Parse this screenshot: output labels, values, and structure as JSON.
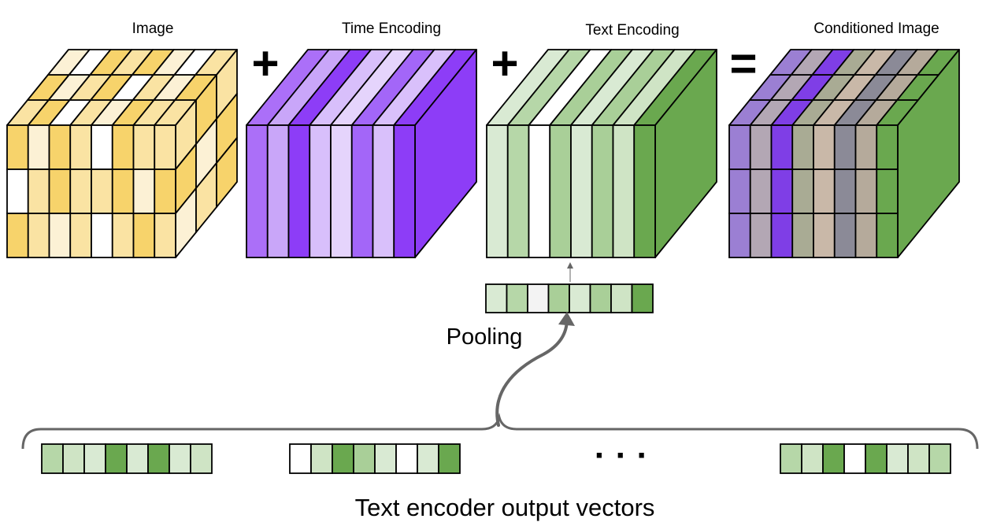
{
  "labels": {
    "image": "Image",
    "time_encoding": "Time Encoding",
    "text_encoding": "Text Encoding",
    "conditioned_image": "Conditioned Image",
    "pooling": "Pooling",
    "output_vectors": "Text encoder output vectors",
    "ellipsis": "· · ·"
  },
  "operators": {
    "plus": "+",
    "equals": "="
  },
  "colors": {
    "yellow_dark": "#f7d36b",
    "yellow_mid": "#fae3a3",
    "yellow_light": "#fcf1d5",
    "white": "#ffffff",
    "purple_side": "#8d3df7",
    "purple_levels": [
      "#ab6ff8",
      "#c9a6f9",
      "#8d3df7",
      "#d8bffb",
      "#e5d4fc",
      "#a366f8",
      "#d9c0fb",
      "#8d3df7"
    ],
    "green_side": "#6aa84f",
    "green_levels": [
      "#d9ead3",
      "#b6d7a8",
      "#ffffff",
      "#a9cf98",
      "#d9ead3",
      "#a9cf98",
      "#cfe4c5",
      "#6aa84f"
    ],
    "conditioned_levels": [
      "#9b7fd3",
      "#b3a7b4",
      "#7f3ee6",
      "#a9ab94",
      "#c9b8a8",
      "#8b8a97",
      "#b5aa9b",
      "#6aa84f"
    ],
    "stroke": "#000000",
    "arrow": "#666666"
  },
  "image_cube": {
    "front": [
      [
        "#f7d36b",
        "#fcf1d5",
        "#f7d36b",
        "#fae3a3",
        "#ffffff",
        "#f7d36b",
        "#fae3a3",
        "#fae3a3"
      ],
      [
        "#ffffff",
        "#fae3a3",
        "#f7d36b",
        "#fae3a3",
        "#fae3a3",
        "#f7d36b",
        "#fcf1d5",
        "#f7d36b"
      ],
      [
        "#f7d36b",
        "#fae3a3",
        "#fcf1d5",
        "#fae3a3",
        "#ffffff",
        "#fae3a3",
        "#f7d36b",
        "#fae3a3"
      ]
    ],
    "top": [
      [
        "#fae3a3",
        "#f7d36b",
        "#ffffff",
        "#fae3a3",
        "#fcf1d5",
        "#f7d36b",
        "#fae3a3",
        "#fae3a3"
      ],
      [
        "#f7d36b",
        "#fcf1d5",
        "#fae3a3",
        "#f7d36b",
        "#ffffff",
        "#fae3a3",
        "#fcf1d5",
        "#f7d36b"
      ],
      [
        "#fcf1d5",
        "#ffffff",
        "#f7d36b",
        "#fae3a3",
        "#f7d36b",
        "#fcf1d5",
        "#ffffff",
        "#fae3a3"
      ]
    ],
    "side": [
      [
        "#fae3a3",
        "#f7d36b",
        "#fae3a3"
      ],
      [
        "#f7d36b",
        "#fcf1d5",
        "#f7d36b"
      ],
      [
        "#fcf1d5",
        "#fae3a3",
        "#f7d36b"
      ]
    ]
  },
  "pooled_vector": [
    "#d9ead3",
    "#b6d7a8",
    "#f3f3f3",
    "#a9cf98",
    "#d9ead3",
    "#a9cf98",
    "#cfe4c5",
    "#6aa84f"
  ],
  "output_vectors": [
    [
      "#b6d7a8",
      "#cfe4c5",
      "#d9ead3",
      "#6aa84f",
      "#d9ead3",
      "#6aa84f",
      "#d9ead3",
      "#cfe4c5"
    ],
    [
      "#ffffff",
      "#cfe4c5",
      "#6aa84f",
      "#a9cf98",
      "#d9ead3",
      "#ffffff",
      "#d9ead3",
      "#6aa84f"
    ],
    [
      "#b6d7a8",
      "#cfe4c5",
      "#6aa84f",
      "#ffffff",
      "#6aa84f",
      "#d9ead3",
      "#cfe4c5",
      "#b6d7a8"
    ]
  ]
}
